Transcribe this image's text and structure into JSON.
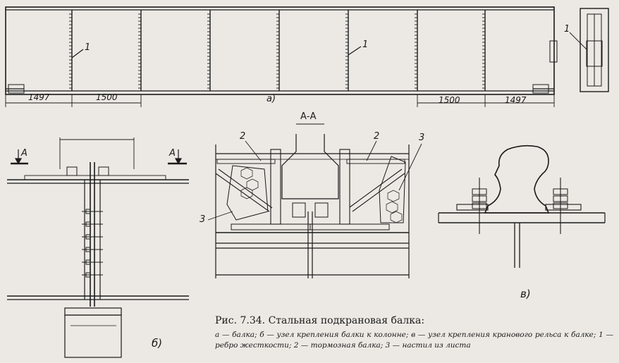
{
  "labels": {
    "view_a": "a)",
    "view_b": "б)",
    "view_v": "в)",
    "section": "А-А",
    "arrow_left": "А",
    "arrow_right": "А",
    "rib_left": "1",
    "rib_right": "1",
    "rib_end": "1",
    "item2_left": "2",
    "item2_right": "2",
    "item3_left": "3",
    "item3_right": "3"
  },
  "dimensions": {
    "left_end": "1497",
    "left_panel": "1500",
    "right_panel": "1500",
    "right_end": "1497"
  },
  "caption": {
    "title": "Рис. 7.34. Стальная подкрановая балка:",
    "legend": "а — балка; б — узел крепления балки к колонне; в — узел крепления кранового рельса к балке; 1 — ребро жесткости; 2 — тормозная балка; 3 — настил из листа"
  }
}
